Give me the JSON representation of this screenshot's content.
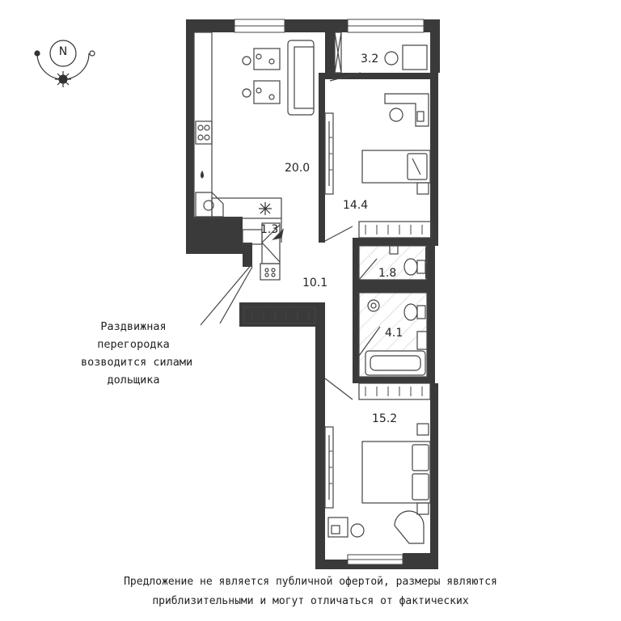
{
  "compass": {
    "north_label": "N",
    "icons": [
      "compass-rose-icon",
      "sun-icon"
    ]
  },
  "rooms": [
    {
      "id": "balcony",
      "area": "3.2"
    },
    {
      "id": "kitchen-living",
      "area": "20.0"
    },
    {
      "id": "bedroom-1",
      "area": "14.4"
    },
    {
      "id": "storage",
      "area": "1.3"
    },
    {
      "id": "hallway",
      "area": "10.1"
    },
    {
      "id": "wc",
      "area": "1.8"
    },
    {
      "id": "bathroom",
      "area": "4.1"
    },
    {
      "id": "bedroom-2",
      "area": "15.2"
    }
  ],
  "note": {
    "lines": [
      "Раздвижная",
      "перегородка",
      "возводится силами",
      "дольщика"
    ]
  },
  "footer": {
    "lines": [
      "Предложение не является публичной офертой, размеры являются",
      "приблизительными и могут отличаться от фактических"
    ]
  },
  "colors": {
    "wall": "#3a3a3a",
    "line": "#444444",
    "tile": "#bbbbbb"
  }
}
